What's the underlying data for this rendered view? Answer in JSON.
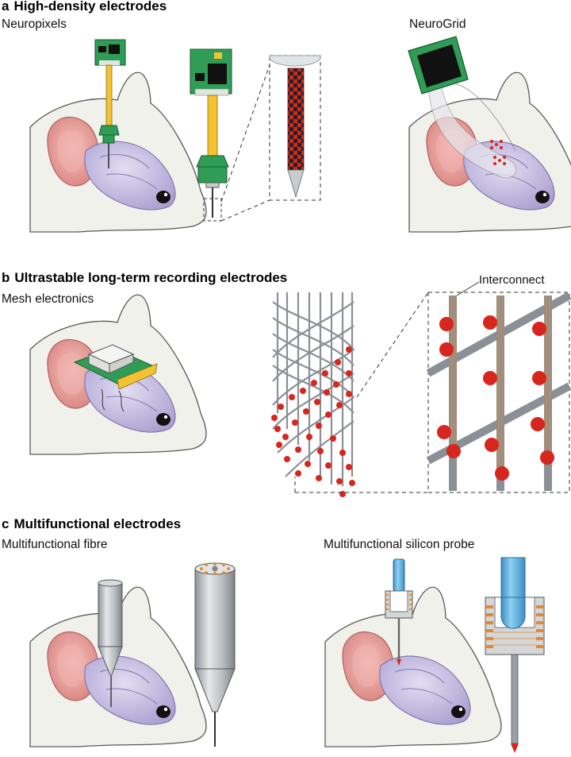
{
  "panels": [
    {
      "letter": "a",
      "title": "High-density electrodes",
      "labels": [
        "Neuropixels",
        "NeuroGrid"
      ]
    },
    {
      "letter": "b",
      "title": "Ultrastable long-term recording electrodes",
      "labels": [
        "Mesh electronics"
      ],
      "callout": "Interconnect"
    },
    {
      "letter": "c",
      "title": "Multifunctional electrodes",
      "labels": [
        "Multifunctional fibre",
        "Multifunctional silicon probe"
      ]
    }
  ],
  "colors": {
    "mouse_body": "#f1f1ec",
    "ear": "#e9a6a3",
    "brain": "#c6bde0",
    "pcb_green": "#2f9d55",
    "shank_yellow": "#f2c230",
    "electrode_red": "#d7261d",
    "mesh_gray": "#8a9096",
    "probe_blue": "#5aaee0",
    "pad_orange": "#e4892f"
  }
}
